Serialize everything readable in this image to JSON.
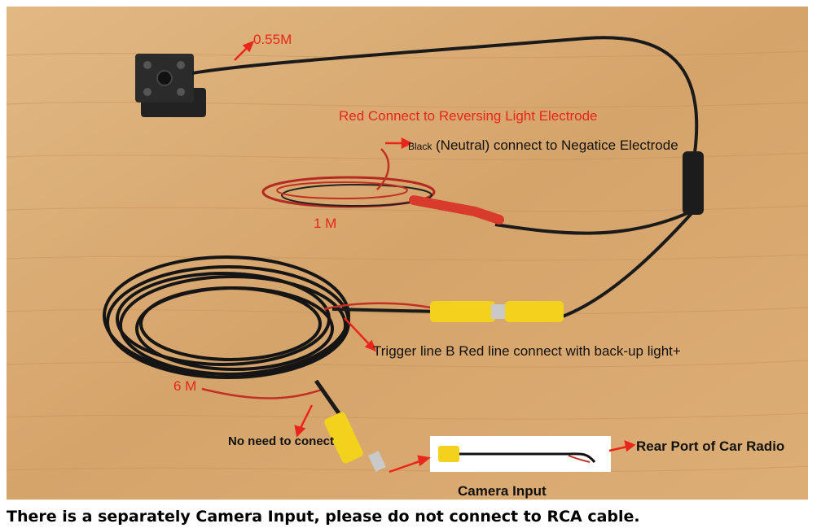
{
  "labels": {
    "cable_055m": "0.55M",
    "red_wire": "Red Connect to Reversing Light Electrode",
    "black_prefix": "Black",
    "black_wire": "(Neutral) connect to Negatice Electrode",
    "cable_1m": "1 M",
    "trigger": "Trigger line B Red line connect with back-up light+",
    "cable_6m": "6 M",
    "no_need": "No need to conect",
    "rear_port": "Rear Port of Car Radio",
    "camera_input": "Camera Input"
  },
  "caption": "There is a separately Camera Input, please do not connect to RCA cable.",
  "colors": {
    "wood": "#d9ab72",
    "annotation_red": "#e8261b",
    "cable_black": "#1a1a1a",
    "rca_yellow": "#f2d21c",
    "connector_red": "#d83a2c"
  }
}
